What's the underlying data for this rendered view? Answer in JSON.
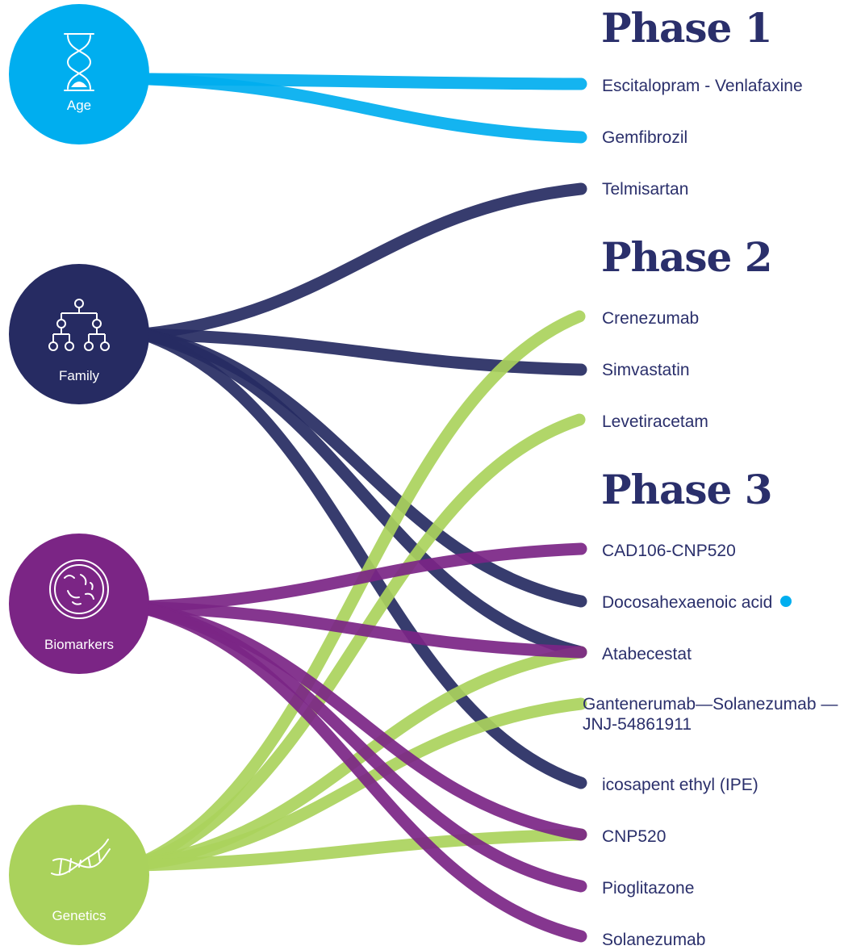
{
  "colors": {
    "age": "#00aeef",
    "family": "#262b62",
    "biomarkers": "#7b2585",
    "genetics": "#aad25c",
    "text": "#2a2f6b",
    "marker": "#00aeef"
  },
  "nodes": [
    {
      "id": "age",
      "label": "Age",
      "icon": "hourglass-icon"
    },
    {
      "id": "family",
      "label": "Family",
      "icon": "family-tree-icon"
    },
    {
      "id": "biomarkers",
      "label": "Biomarkers",
      "icon": "petri-dish-icon"
    },
    {
      "id": "genetics",
      "label": "Genetics",
      "icon": "dna-icon"
    }
  ],
  "phases": [
    {
      "title": "Phase 1",
      "drugs": [
        "Escitalopram - Venlafaxine",
        "Gemfibrozil",
        "Telmisartan"
      ]
    },
    {
      "title": "Phase 2",
      "drugs": [
        "Crenezumab",
        "Simvastatin",
        "Levetiracetam"
      ]
    },
    {
      "title": "Phase 3",
      "drugs": [
        "CAD106-CNP520",
        "Docosahexaenoic acid",
        "Atabecestat",
        "Gantenerumab—Solanezumab —JNJ-54861911",
        "icosapent ethyl (IPE)",
        "CNP520",
        "Pioglitazone",
        "Solanezumab"
      ]
    }
  ],
  "marked_drug": "Docosahexaenoic acid",
  "connections": [
    {
      "from": "age",
      "to": "Escitalopram - Venlafaxine"
    },
    {
      "from": "age",
      "to": "Gemfibrozil"
    },
    {
      "from": "family",
      "to": "Telmisartan"
    },
    {
      "from": "family",
      "to": "Simvastatin"
    },
    {
      "from": "family",
      "to": "Docosahexaenoic acid"
    },
    {
      "from": "family",
      "to": "Atabecestat"
    },
    {
      "from": "family",
      "to": "icosapent ethyl (IPE)"
    },
    {
      "from": "genetics",
      "to": "Crenezumab"
    },
    {
      "from": "genetics",
      "to": "Levetiracetam"
    },
    {
      "from": "genetics",
      "to": "Atabecestat"
    },
    {
      "from": "genetics",
      "to": "Gantenerumab—Solanezumab —JNJ-54861911"
    },
    {
      "from": "genetics",
      "to": "CNP520"
    },
    {
      "from": "biomarkers",
      "to": "CAD106-CNP520"
    },
    {
      "from": "biomarkers",
      "to": "Atabecestat"
    },
    {
      "from": "biomarkers",
      "to": "CNP520"
    },
    {
      "from": "biomarkers",
      "to": "Pioglitazone"
    },
    {
      "from": "biomarkers",
      "to": "Solanezumab"
    }
  ]
}
